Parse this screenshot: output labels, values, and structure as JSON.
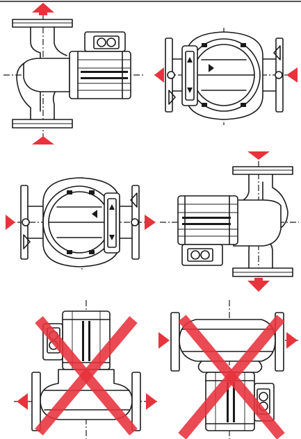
{
  "diagram": {
    "colors": {
      "line": "#1a1a1a",
      "arrow": "#e8323c",
      "cross": "#e8323c",
      "background": "#ffffff"
    },
    "panels": [
      {
        "id": "motor-horizontal-flow-vertical",
        "allowed": true,
        "flow_direction": "up"
      },
      {
        "id": "motor-facing-flow-horizontal-left",
        "allowed": true,
        "flow_direction": "left"
      },
      {
        "id": "motor-facing-flow-horizontal-right",
        "allowed": true,
        "flow_direction": "right"
      },
      {
        "id": "motor-horizontal-flow-vertical-down",
        "allowed": true,
        "flow_direction": "down"
      },
      {
        "id": "motor-up",
        "allowed": false,
        "flow_direction": "left-right"
      },
      {
        "id": "motor-down",
        "allowed": false,
        "flow_direction": "left-right"
      }
    ]
  }
}
